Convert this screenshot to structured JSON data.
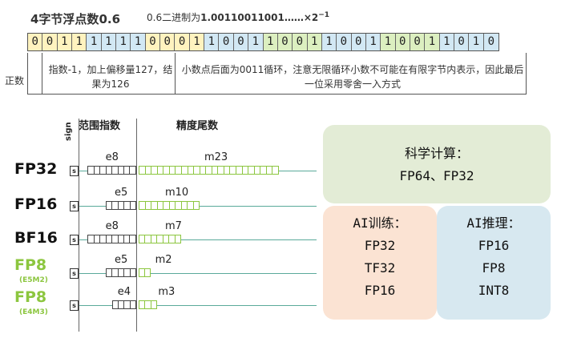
{
  "top": {
    "title": "4字节浮点数0.6",
    "formula_prefix": "0.6二进制为",
    "formula_bin": "1.00110011001",
    "formula_tail": "……×2",
    "formula_exp": "−1",
    "bits": [
      "0",
      "0",
      "1",
      "1",
      "1",
      "1",
      "1",
      "1",
      "0",
      "0",
      "0",
      "1",
      "1",
      "0",
      "0",
      "1",
      "1",
      "0",
      "0",
      "1",
      "1",
      "0",
      "0",
      "1",
      "1",
      "0",
      "0",
      "1",
      "1",
      "0",
      "1",
      "0"
    ],
    "sign_label": "正数",
    "exponent_note": "指数-1，加上偏移量127，结果为126",
    "mantissa_note": "小数点后面为0011循环，注意无限循环小数不可能在有限字节内表示，因此最后一位采用零舍一入方式"
  },
  "formats": {
    "header_sign": "sign",
    "header_range": "范围指数",
    "header_precision": "精度尾数",
    "sign_glyph": "s",
    "items": [
      {
        "name": "FP32",
        "sub": "",
        "exp_label": "e8",
        "man_label": "m23",
        "exp_bits": 8,
        "man_bits": 23
      },
      {
        "name": "FP16",
        "sub": "",
        "exp_label": "e5",
        "man_label": "m10",
        "exp_bits": 5,
        "man_bits": 10
      },
      {
        "name": "BF16",
        "sub": "",
        "exp_label": "e8",
        "man_label": "m7",
        "exp_bits": 8,
        "man_bits": 7
      },
      {
        "name": "FP8",
        "sub": "(E5M2)",
        "exp_label": "e5",
        "man_label": "m2",
        "exp_bits": 5,
        "man_bits": 2
      },
      {
        "name": "FP8",
        "sub": "(E4M3)",
        "exp_label": "e4",
        "man_label": "m3",
        "exp_bits": 4,
        "man_bits": 3
      }
    ]
  },
  "uses": {
    "science": {
      "title": "科学计算：",
      "items": [
        "FP64、FP32"
      ]
    },
    "training": {
      "title": "AI训练：",
      "items": [
        "FP32",
        "TF32",
        "FP16"
      ]
    },
    "inference": {
      "title": "AI推理：",
      "items": [
        "FP16",
        "FP8",
        "INT8"
      ]
    }
  }
}
